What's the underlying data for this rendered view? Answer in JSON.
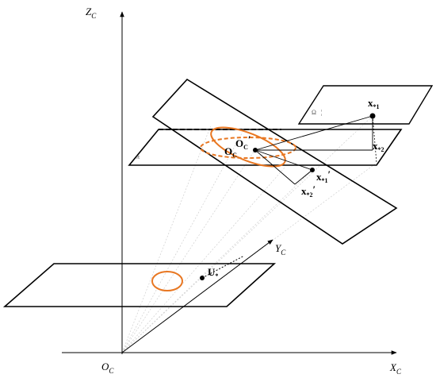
{
  "colors": {
    "ink": "#000000",
    "ellipse": "#e87722",
    "ray": "#c8c8c8"
  },
  "axes": {
    "z": {
      "main": "Z",
      "sub": "C"
    },
    "y": {
      "main": "Y",
      "sub": "C"
    },
    "x": {
      "main": "X",
      "sub": "C"
    },
    "origin": {
      "main": "O",
      "sub": "C"
    }
  },
  "labels": {
    "pi": "π",
    "omega": "Ω",
    "omega_mark": "¦",
    "x_star1_top": {
      "main": "x",
      "sub": "*1"
    },
    "x_star2_top": {
      "main": "x",
      "sub": "*2"
    },
    "x_star1_mid": {
      "main": "x",
      "sub": "*1",
      "prime": "′"
    },
    "x_star2_mid": {
      "main": "x",
      "sub": "*2",
      "prime": "′"
    },
    "oc_prime": {
      "main": "O",
      "sub": "C",
      "prime": "′"
    },
    "oc": {
      "main": "O",
      "sub": "C"
    },
    "u_star": {
      "main": "U",
      "sub": "*"
    }
  }
}
